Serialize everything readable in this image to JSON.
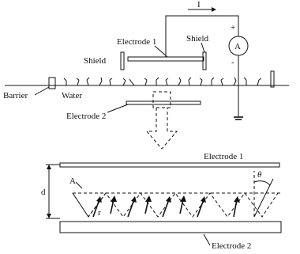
{
  "top": {
    "current_label": "I",
    "plus_sign": "+",
    "minus_sign": "-",
    "ammeter_label": "A",
    "electrode1_label": "Electrode 1",
    "shield_left_label": "Shield",
    "shield_right_label": "Shield",
    "water_label": "Water",
    "barrier_label": "Barrier",
    "electrode2_label": "Electrode 2"
  },
  "bottom": {
    "electrode1_label": "Electrode 1",
    "electrode2_label": "Electrode 2",
    "distance_label": "d",
    "point_label": "A",
    "angle_label": "θ",
    "molecule_label": "r"
  }
}
